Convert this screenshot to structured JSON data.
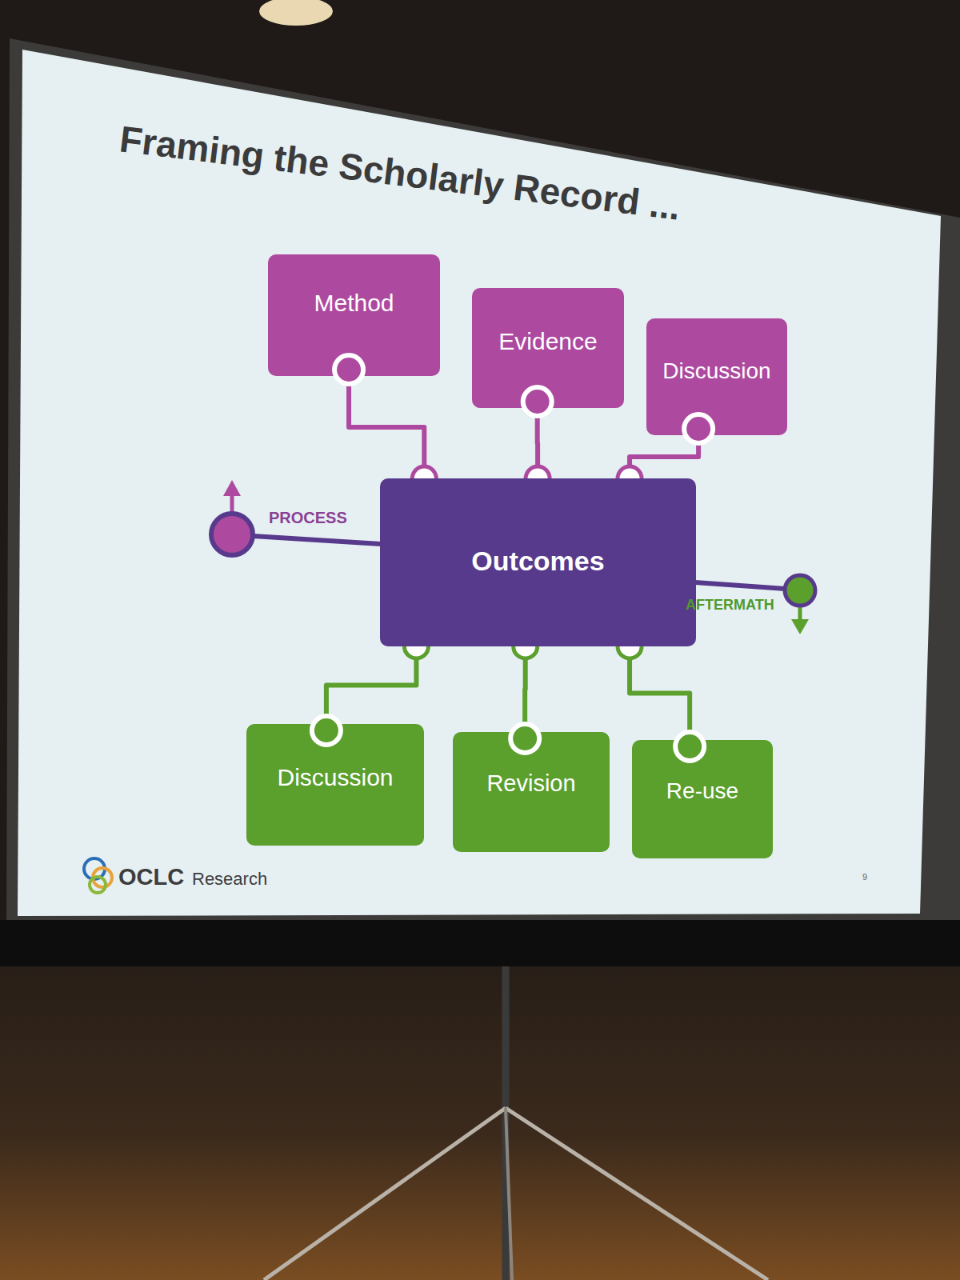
{
  "diagram": {
    "title": "Framing the Scholarly Record ...",
    "nodes": [
      {
        "text": [
          "Method"
        ]
      },
      {
        "text": [
          "Evidence"
        ]
      },
      {
        "text": [
          "Discussion"
        ]
      },
      {
        "text": [
          "Outcomes"
        ]
      },
      {
        "text": [
          "Discussion"
        ]
      },
      {
        "text": [
          "Revision"
        ]
      },
      {
        "text": [
          "Re-use"
        ]
      }
    ],
    "edges": [
      {
        "from": 0,
        "to": 3,
        "arrow": "none"
      },
      {
        "from": 1,
        "to": 3,
        "arrow": "none"
      },
      {
        "from": 2,
        "to": 3,
        "arrow": "none"
      },
      {
        "from": 3,
        "to": 4,
        "arrow": "none"
      },
      {
        "from": 3,
        "to": 5,
        "arrow": "none"
      },
      {
        "from": 3,
        "to": 6,
        "arrow": "none"
      }
    ],
    "labels": [
      "PROCESS",
      "AFTERMATH",
      "OCLC",
      "Research",
      "9"
    ]
  }
}
